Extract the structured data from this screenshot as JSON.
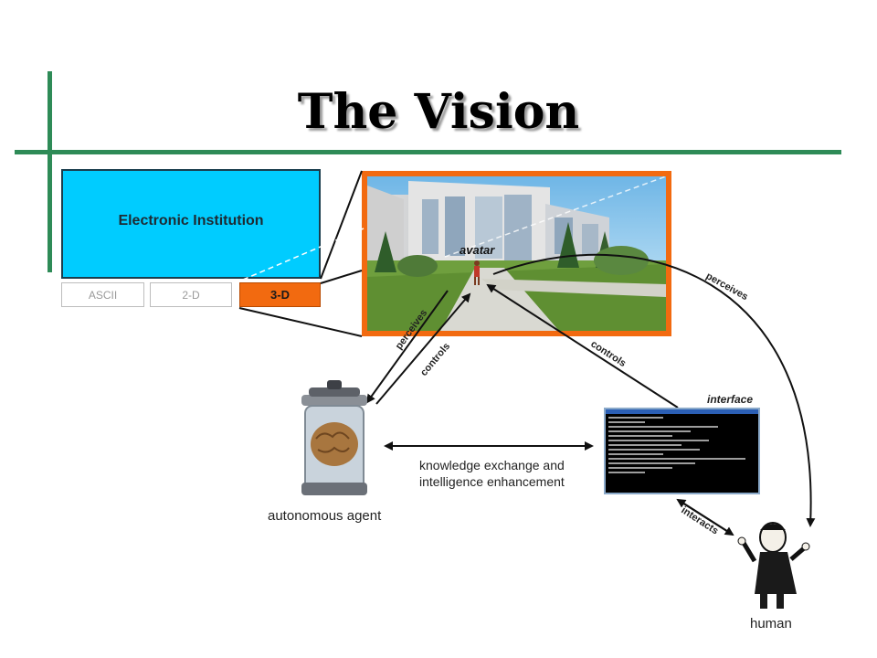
{
  "title": "The Vision",
  "institution": {
    "box_label": "Electronic Institution",
    "modes": [
      "ASCII",
      "2-D",
      "3-D"
    ],
    "active_mode": "3-D"
  },
  "world_view": {
    "avatar_label": "avatar"
  },
  "nodes": {
    "agent_label": "autonomous agent",
    "human_label": "human",
    "interface_label": "interface"
  },
  "exchange_label": [
    "knowledge exchange and",
    "intelligence enhancement"
  ],
  "arrow_labels": {
    "agent_perceives": "perceives",
    "agent_controls": "controls",
    "interface_controls": "controls",
    "human_perceives": "perceives",
    "human_interacts": "interacts"
  },
  "colors": {
    "institution_fill": "#00ccff",
    "active_mode_fill": "#f26a10",
    "deco_lines": "#2e8b57"
  },
  "icons": [
    "brain-jar-icon",
    "shouting-human-icon",
    "terminal-window-icon",
    "avatar-figure-icon"
  ]
}
